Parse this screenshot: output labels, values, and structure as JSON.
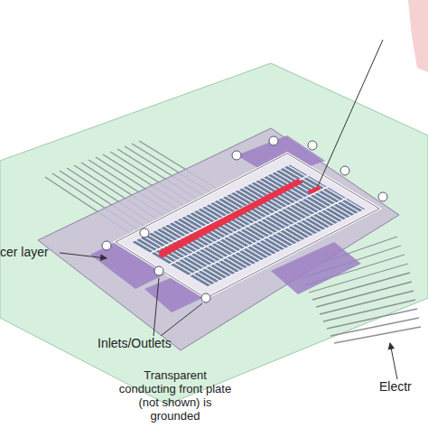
{
  "diagram": {
    "labels": [
      "cer layer",
      "Inlets/Outlets",
      "Transparent conducting front plate (not shown) is grounded",
      "Electr"
    ]
  }
}
